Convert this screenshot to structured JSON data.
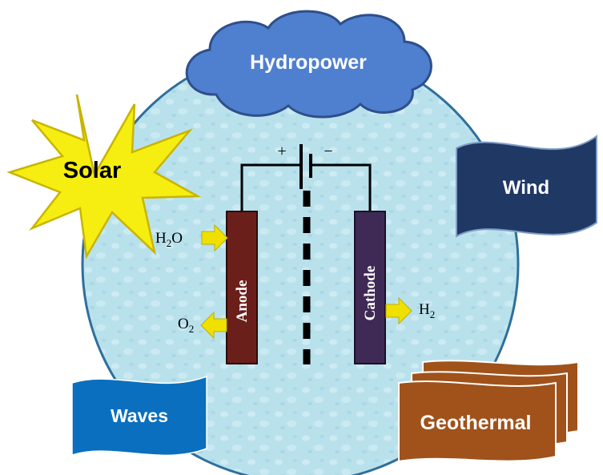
{
  "labels": {
    "hydropower": "Hydropower",
    "solar": "Solar",
    "wind": "Wind",
    "waves": "Waves",
    "geothermal": "Geothermal",
    "anode": "Anode",
    "cathode": "Cathode",
    "water_input": "H",
    "water_input_sub": "2",
    "water_input_tail": "O",
    "oxygen_output": "O",
    "oxygen_output_sub": "2",
    "hydrogen_output": "H",
    "hydrogen_output_sub": "2",
    "plus_terminal": "+",
    "minus_terminal": "−"
  },
  "colors": {
    "water_circle": "#b9e1ec",
    "cloud": "#4f7fcf",
    "sun": "#f5ee10",
    "wind_flag": "#1f3864",
    "waves_flag": "#0a6fbe",
    "geothermal": "#a0521a",
    "anode": "#6b1f1a",
    "cathode": "#3f2a55",
    "arrow": "#f0e000",
    "wire": "#000000"
  }
}
